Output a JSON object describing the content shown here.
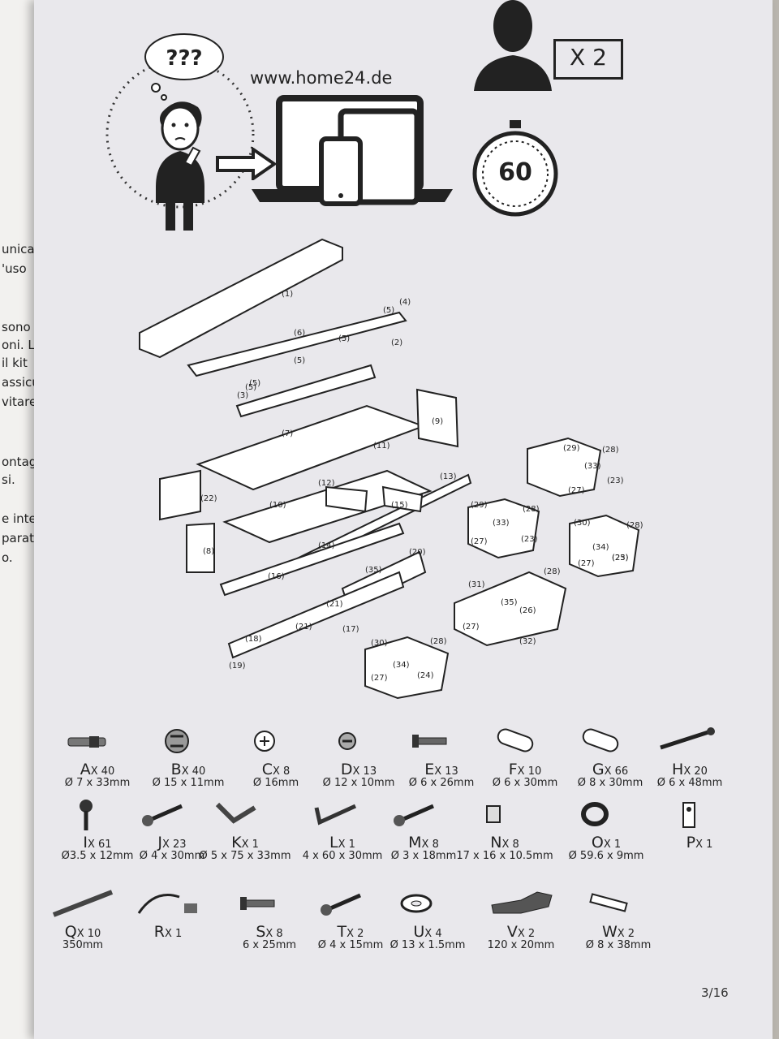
{
  "left_page_fragments": [
    "unica",
    "'uso",
    "sono",
    "oni. L",
    "il kit",
    "assicu",
    "vitare",
    "ontag",
    "si.",
    "e inte",
    "parati",
    "o."
  ],
  "header": {
    "website": "www.home24.de",
    "persons_badge": "X 2",
    "timer_minutes": "60",
    "question_bubble": "???"
  },
  "diagram_labels": [
    "(1)",
    "(2)",
    "(3)",
    "(4)",
    "(5)",
    "(5)",
    "(5)",
    "(5)",
    "(5)",
    "(6)",
    "(7)",
    "(8)",
    "(9)",
    "(10)",
    "(11)",
    "(12)",
    "(13)",
    "(14)",
    "(15)",
    "(16)",
    "(17)",
    "(18)",
    "(19)",
    "(20)",
    "(21)",
    "(21)",
    "(22)",
    "(23)",
    "(23)",
    "(23)",
    "(24)",
    "(25)",
    "(26)",
    "(27)",
    "(27)",
    "(27)",
    "(27)",
    "(27)",
    "(28)",
    "(28)",
    "(28)",
    "(28)",
    "(28)",
    "(29)",
    "(29)",
    "(30)",
    "(30)",
    "(31)",
    "(32)",
    "(33)",
    "(33)",
    "(34)",
    "(34)",
    "(35)",
    "(35)"
  ],
  "parts": [
    {
      "letter": "A",
      "qty": "X 40",
      "dim": "Ø 7 x 33mm",
      "icon": "dowel-screw-icon"
    },
    {
      "letter": "B",
      "qty": "X 40",
      "dim": "Ø 15 x 11mm",
      "icon": "cam-lock-icon"
    },
    {
      "letter": "C",
      "qty": "X 8",
      "dim": "Ø 16mm",
      "icon": "cap-icon"
    },
    {
      "letter": "D",
      "qty": "X 13",
      "dim": "Ø 12 x 10mm",
      "icon": "small-cam-icon"
    },
    {
      "letter": "E",
      "qty": "X 13",
      "dim": "Ø 6 x 26mm",
      "icon": "bolt-icon"
    },
    {
      "letter": "F",
      "qty": "X 10",
      "dim": "Ø 6 x 30mm",
      "icon": "wood-dowel-icon"
    },
    {
      "letter": "G",
      "qty": "X 66",
      "dim": "Ø 8 x 30mm",
      "icon": "wood-dowel-icon"
    },
    {
      "letter": "H",
      "qty": "X 20",
      "dim": "Ø 6 x 48mm",
      "icon": "long-screw-icon"
    },
    {
      "letter": "I",
      "qty": "X 61",
      "dim": "Ø3.5 x 12mm",
      "icon": "short-screw-icon"
    },
    {
      "letter": "J",
      "qty": "X 23",
      "dim": "Ø 4 x 30mm",
      "icon": "screw-icon"
    },
    {
      "letter": "K",
      "qty": "X 1",
      "dim": "Ø 5 x 75 x 33mm",
      "icon": "hex-key-icon"
    },
    {
      "letter": "L",
      "qty": "X 1",
      "dim": "4 x 60 x 30mm",
      "icon": "allen-key-icon"
    },
    {
      "letter": "M",
      "qty": "X 8",
      "dim": "Ø 3 x 18mm",
      "icon": "screw-icon"
    },
    {
      "letter": "N",
      "qty": "X 8",
      "dim": "17 x 16 x 10.5mm",
      "icon": "bracket-icon"
    },
    {
      "letter": "O",
      "qty": "X 1",
      "dim": "Ø 59.6 x 9mm",
      "icon": "grommet-icon"
    },
    {
      "letter": "P",
      "qty": "X 1",
      "dim": "",
      "icon": "wall-plate-icon"
    },
    {
      "letter": "Q",
      "qty": "X 10",
      "dim": "350mm",
      "icon": "rail-icon"
    },
    {
      "letter": "R",
      "qty": "X 1",
      "dim": "",
      "icon": "anti-tip-kit-icon"
    },
    {
      "letter": "S",
      "qty": "X 8",
      "dim": "6 x 25mm",
      "icon": "bolt-icon"
    },
    {
      "letter": "T",
      "qty": "X 2",
      "dim": "Ø 4 x 15mm",
      "icon": "screw-icon"
    },
    {
      "letter": "U",
      "qty": "X 4",
      "dim": "Ø 13 x 1.5mm",
      "icon": "washer-icon"
    },
    {
      "letter": "V",
      "qty": "X 2",
      "dim": "120 x 20mm",
      "icon": "strap-icon"
    },
    {
      "letter": "W",
      "qty": "X 2",
      "dim": "Ø 8 x 38mm",
      "icon": "wall-anchor-icon"
    }
  ],
  "page_number": "3/16"
}
